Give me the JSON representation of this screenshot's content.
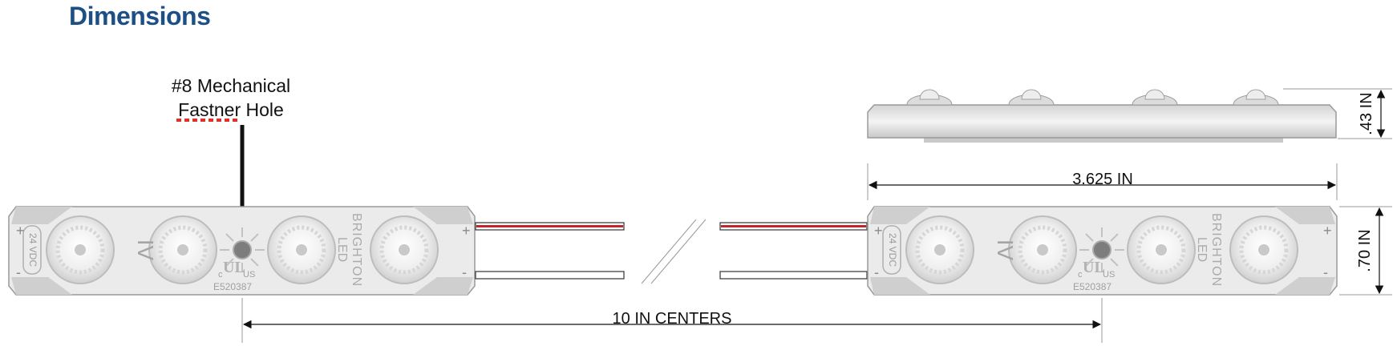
{
  "title": "Dimensions",
  "callout": {
    "line1": "#8 Mechanical",
    "line2": "Fastner Hole"
  },
  "dimensions": {
    "height": ".43 IN",
    "length": "3.625 IN",
    "width": ".70 IN",
    "centers": "10 IN  CENTERS"
  },
  "module_labels": {
    "voltage": "24 VDC",
    "brand_line1": "BRIGHTON",
    "brand_line2": "LED",
    "cert_number": "E520387",
    "cert_c": "c",
    "cert_us": "US",
    "plus": "+",
    "minus": "-"
  },
  "colors": {
    "title": "#1c4f86",
    "wire_red": "#c0262a",
    "dotted_underline": "#e0302a",
    "module_body": "#e9e9e9"
  }
}
